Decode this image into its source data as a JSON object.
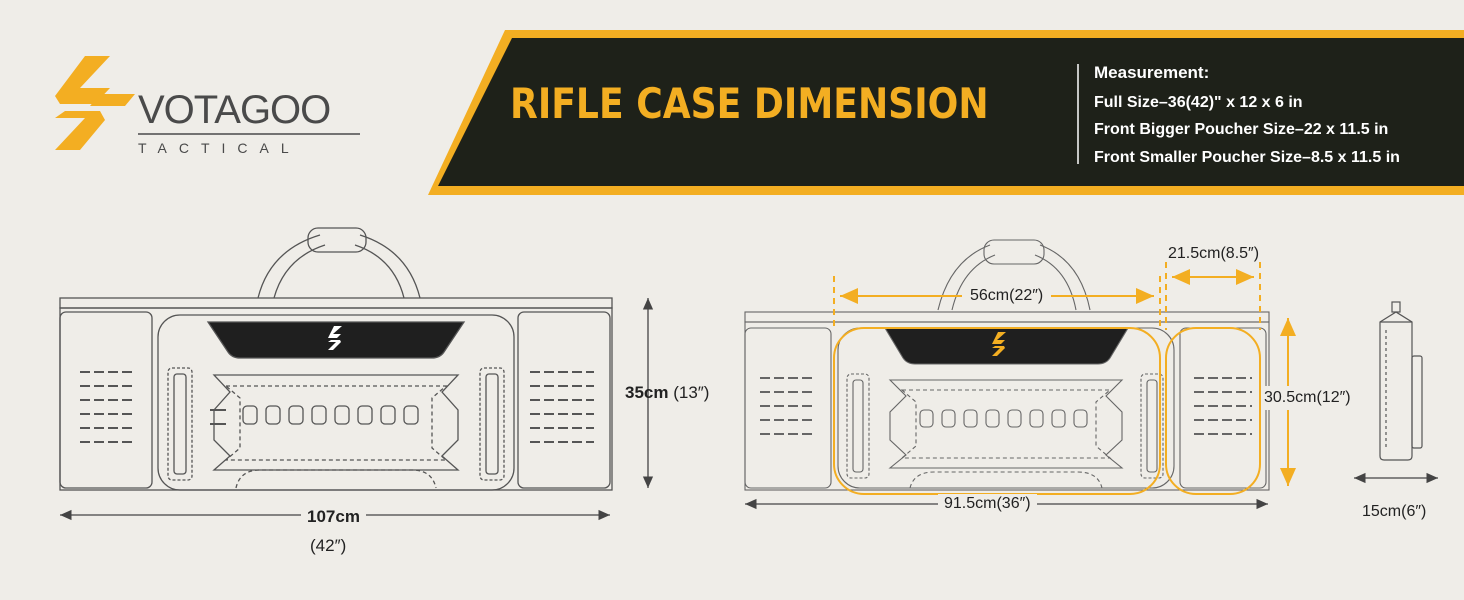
{
  "brand": {
    "name": "VOTAGOO",
    "tagline": "TACTICAL"
  },
  "title": "RIFLE CASE DIMENSION",
  "measurement": {
    "heading": "Measurement:",
    "lines": [
      "Full Size–36(42)\" x 12 x 6 in",
      "Front Bigger Poucher Size–22 x 11.5 in",
      "Front Smaller Poucher Size–8.5 x 11.5 in"
    ]
  },
  "left_view": {
    "height": "35cm",
    "height_in": "(13″)",
    "width": "107cm",
    "width_in": "(42″)"
  },
  "right_view": {
    "big_pouch": "56cm(22″)",
    "small_pouch": "21.5cm(8.5″)",
    "height": "30.5cm(12″)",
    "width": "91.5cm(36″)"
  },
  "side_view": {
    "depth": "15cm(6″)"
  },
  "colors": {
    "accent": "#f3ae22",
    "banner": "#1e2119",
    "line": "#555555",
    "background": "#efede8"
  }
}
